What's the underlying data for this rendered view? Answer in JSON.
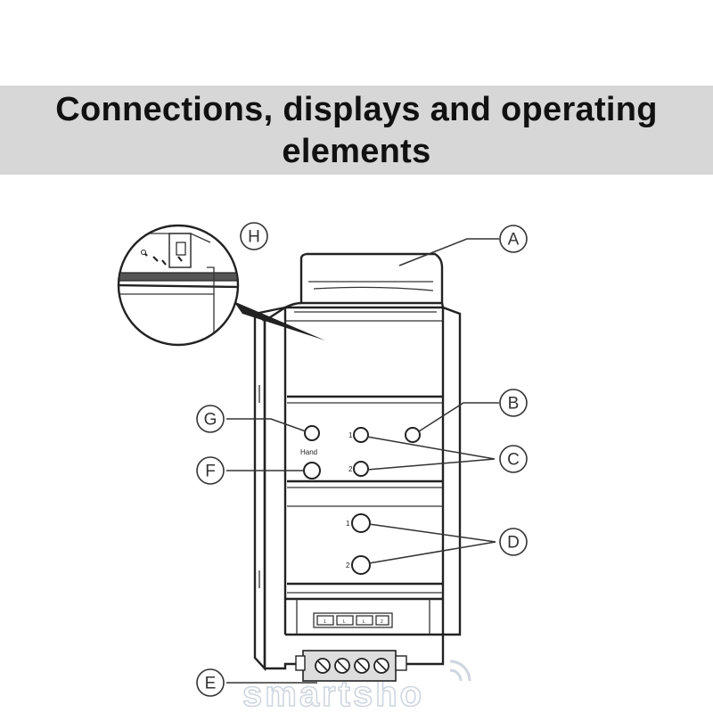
{
  "title": {
    "line1": "Connections, displays and operating",
    "line2": "elements"
  },
  "callouts": {
    "A": "A",
    "B": "B",
    "C": "C",
    "D": "D",
    "E": "E",
    "F": "F",
    "G": "G",
    "H": "H"
  },
  "device": {
    "hand_label": "Hand",
    "channel_1": "1",
    "channel_2": "2",
    "channel_3": "1",
    "channel_4": "2",
    "terminals": [
      "1",
      "L",
      "L",
      "2"
    ]
  },
  "watermark": "smartsho",
  "colors": {
    "banner": "#d7d7d7",
    "line": "#222222",
    "watermark": "#cfd6e0"
  }
}
